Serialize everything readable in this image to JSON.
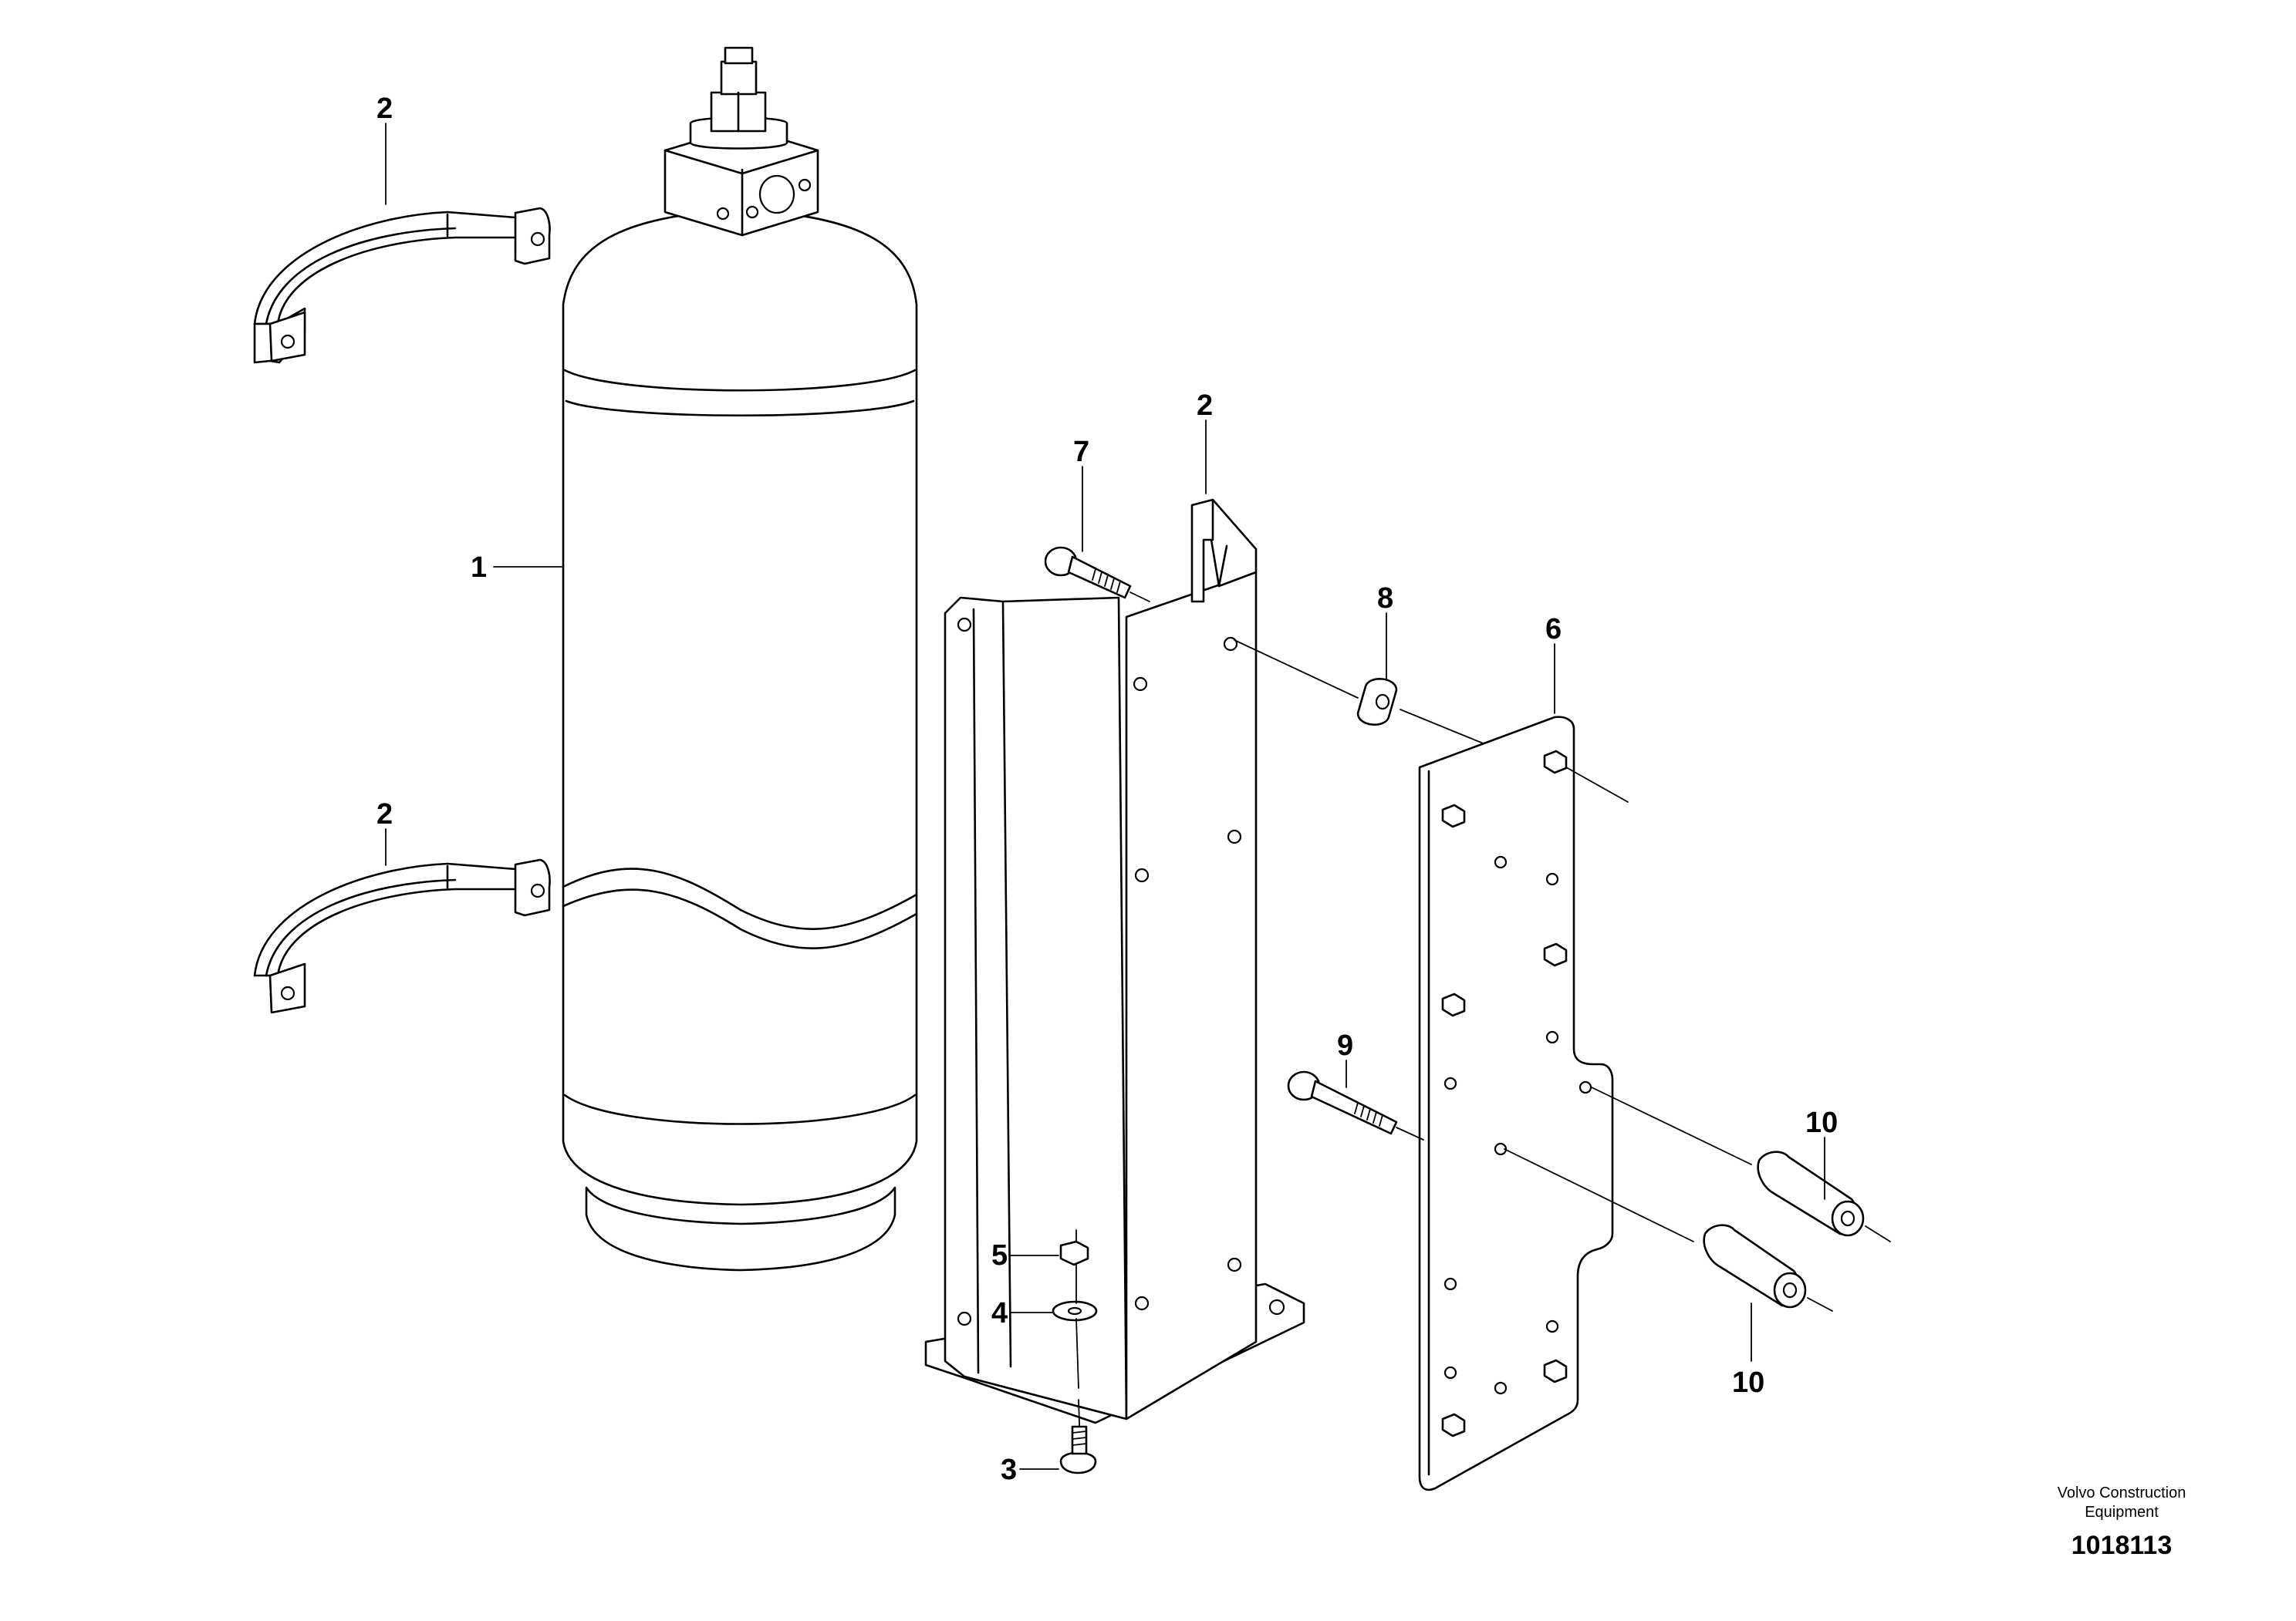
{
  "callouts": {
    "c1": "1",
    "c2_clamp_upper": "2",
    "c2_clamp_lower": "2",
    "c2_bracket": "2",
    "c3": "3",
    "c4": "4",
    "c5": "5",
    "c6": "6",
    "c7": "7",
    "c8": "8",
    "c9": "9",
    "c10_upper": "10",
    "c10_lower": "10"
  },
  "caption": {
    "line1": "Volvo Construction",
    "line2": "Equipment",
    "doc_number": "1018113"
  }
}
